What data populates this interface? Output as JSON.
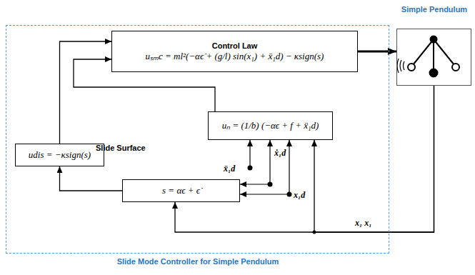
{
  "diagram": {
    "nodes": [
      {
        "text": [
          "Slide Mode Controller for Simple Pendulum"
        ]
      },
      {
        "text": [
          "Control Law",
          "uₛₘc = ml²(−αϵ̇ + (g/l) sin(x₁) + ẍ₁d) − κsign(s)"
        ],
        "in": 0
      },
      {
        "text": [
          "Simple Pendulum"
        ]
      },
      {
        "text": [
          "uₙ = (1/b) (−αϵ + f + ẍ₁d)"
        ],
        "in": 0
      },
      {
        "text": [
          "udis = −κsign(s)"
        ],
        "in": 0
      },
      {
        "text": [
          "Slide Surface",
          "s = αϵ + ϵ̇"
        ],
        "in": 0
      }
    ],
    "edges": [
      {
        "from": 1,
        "to": 2,
        "arrow": "to"
      },
      {
        "from": 5,
        "to": 4,
        "arrow": "to"
      },
      {
        "from": 4,
        "to": 1,
        "arrow": "to"
      },
      {
        "from": 3,
        "to": 1,
        "arrow": "to"
      },
      {
        "from": 2,
        "to": 5,
        "arrow": "to"
      },
      {
        "from": 2,
        "to": 3,
        "arrow": "to"
      }
    ],
    "labels": [
      "ẍ₁d",
      "ẋ₁d",
      "x₁d",
      "x₁ x₁"
    ]
  }
}
